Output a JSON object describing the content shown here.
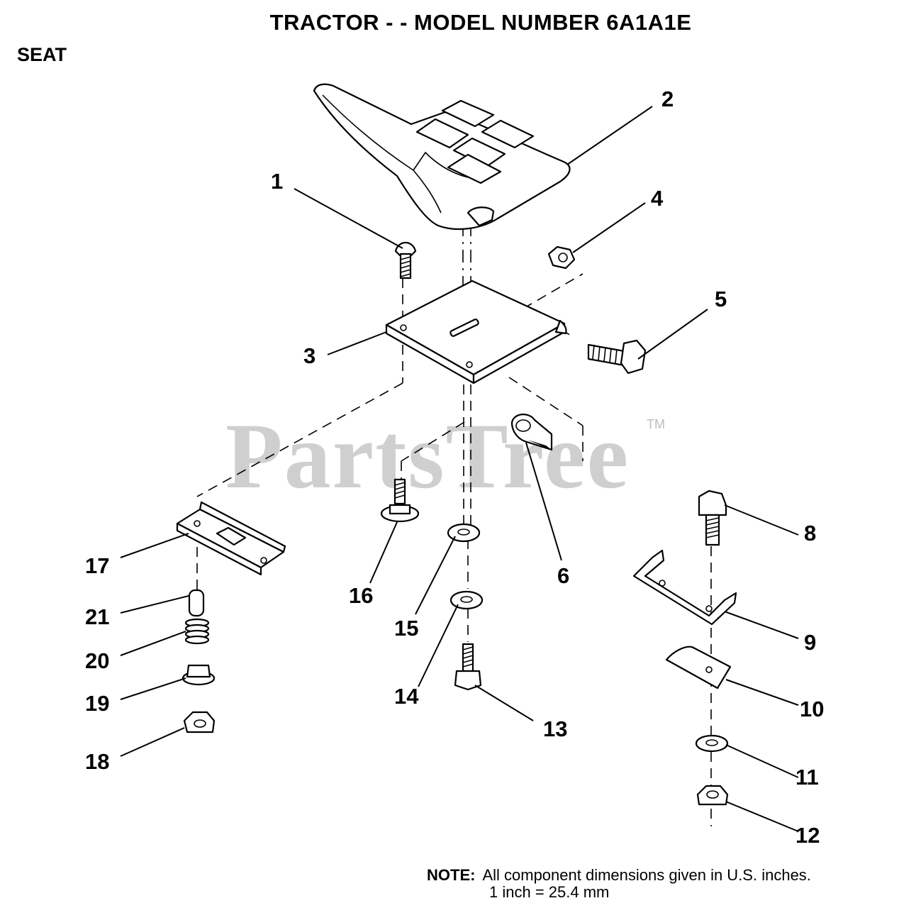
{
  "title": "TRACTOR - - MODEL NUMBER 6A1A1E",
  "section": "SEAT",
  "watermark": "PartsTree",
  "watermark_mark": "TM",
  "note": {
    "label": "NOTE:",
    "line1": "All component dimensions given in U.S. inches.",
    "line2": "1 inch = 25.4 mm"
  },
  "callouts": [
    "1",
    "2",
    "3",
    "4",
    "5",
    "6",
    "8",
    "9",
    "10",
    "11",
    "12",
    "13",
    "14",
    "15",
    "16",
    "17",
    "18",
    "19",
    "20",
    "21"
  ]
}
